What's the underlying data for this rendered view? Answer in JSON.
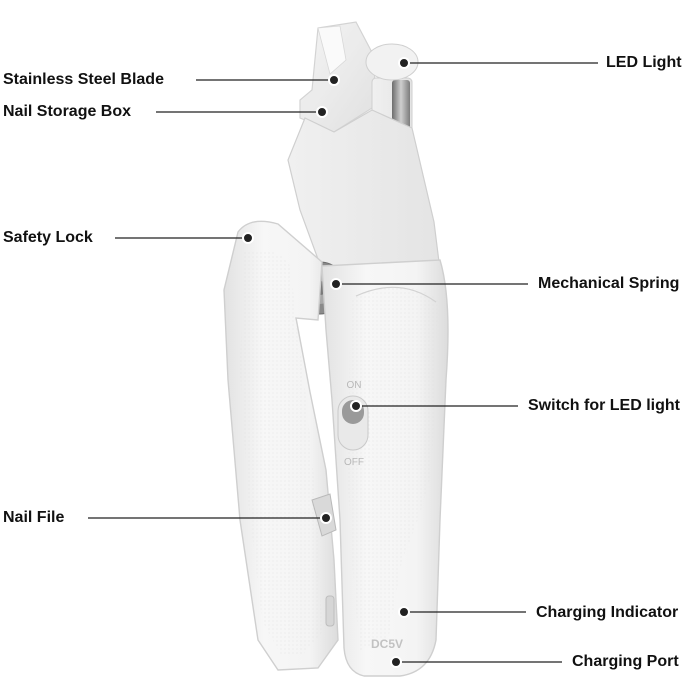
{
  "labels": {
    "stainless_steel_blade": "Stainless Steel Blade",
    "nail_storage_box": "Nail Storage Box",
    "safety_lock": "Safety Lock",
    "nail_file": "Nail File",
    "led_light": "LED Light",
    "mechanical_spring": "Mechanical Spring",
    "switch_for_led_light": "Switch for LED light",
    "charging_indicator": "Charging Indicator",
    "charging_port": "Charging Port"
  },
  "device_markings": {
    "switch_on": "ON",
    "switch_off": "OFF",
    "port": "DC5V"
  },
  "colors": {
    "body": "#f1f1f1",
    "outline": "#cfcfcf",
    "leader": "#222222"
  }
}
